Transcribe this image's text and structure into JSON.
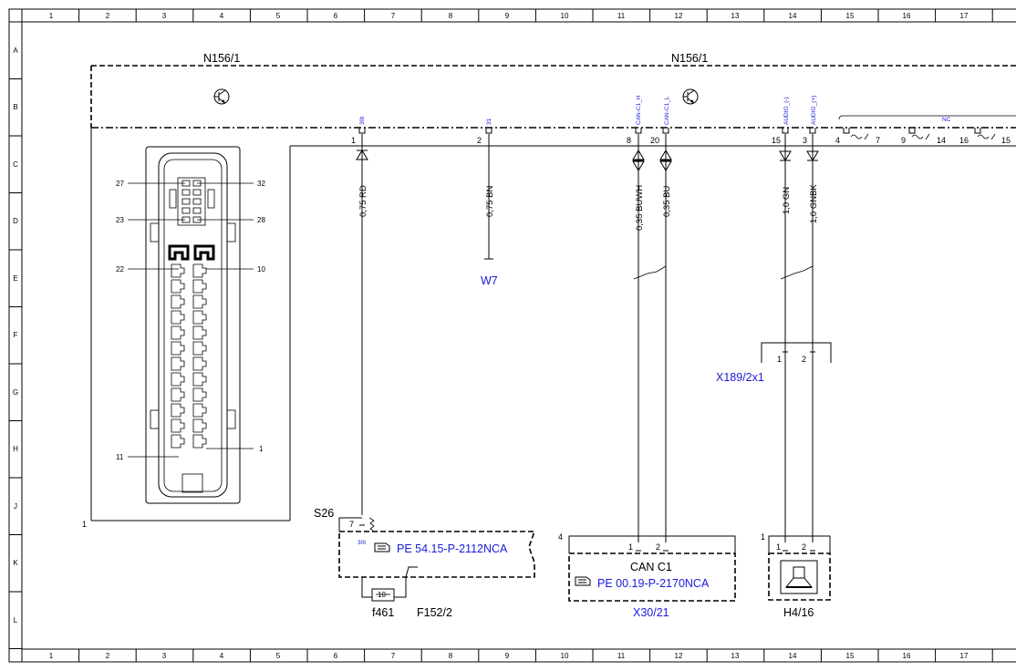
{
  "grid": {
    "columns": [
      "1",
      "2",
      "3",
      "4",
      "5",
      "6",
      "7",
      "8",
      "9",
      "10",
      "11",
      "12",
      "13",
      "14",
      "15",
      "16",
      "17"
    ],
    "rows": [
      "A",
      "B",
      "C",
      "D",
      "E",
      "F",
      "G",
      "H",
      "J",
      "K",
      "L"
    ]
  },
  "components": {
    "control_unit_left": "N156/1",
    "control_unit_right": "N156/1",
    "unit_index": "1",
    "w7": "W7",
    "x189": "X189/2x1",
    "s26": "S26",
    "f461": "f461",
    "f152": "F152/2",
    "x30_label": "CAN C1",
    "x30": "X30/21",
    "x30_index": "4",
    "h4": "H4/16",
    "h4_index": "1"
  },
  "connector_pins": {
    "p27": "27",
    "p32": "32",
    "p23": "23",
    "p28": "28",
    "p22": "22",
    "p10": "10",
    "p11": "11",
    "p1": "1"
  },
  "signals": {
    "s1": "30t",
    "s2": "31",
    "s3": "CAN-C1_H",
    "s4": "CAN-C1_L",
    "s5": "AUDIO_(-)",
    "s6": "AUDIO_(+)",
    "nc": "NC"
  },
  "pins": {
    "p1": "1",
    "p2": "2",
    "p8": "8",
    "p20": "20",
    "p15": "15",
    "p3": "3",
    "p4": "4",
    "p7": "7",
    "p9": "9",
    "p14": "14",
    "p16": "16",
    "p15b": "15"
  },
  "wires": {
    "w1": "0,75 RD",
    "w2": "0,75 BN",
    "w3": "0,35 BUWH",
    "w4": "0,35 BU",
    "w5": "1,0 GN",
    "w6": "1,0 GNBK"
  },
  "lower_pins": {
    "x189_1": "1",
    "x189_2": "2",
    "s26_7": "7",
    "s26_30t": "30t",
    "fuse": "10",
    "x30_1": "1",
    "x30_2": "2",
    "h4_1": "1",
    "h4_2": "2"
  },
  "references": {
    "ref1": "PE 54.15-P-2112NCA",
    "ref2": "PE 00.19-P-2170NCA"
  },
  "icons": {
    "transistor": "transistor-icon",
    "hand": "pointing-hand-icon",
    "speaker": "speaker-icon"
  },
  "colors": {
    "text": "#000000",
    "reference": "#1a1adc"
  }
}
